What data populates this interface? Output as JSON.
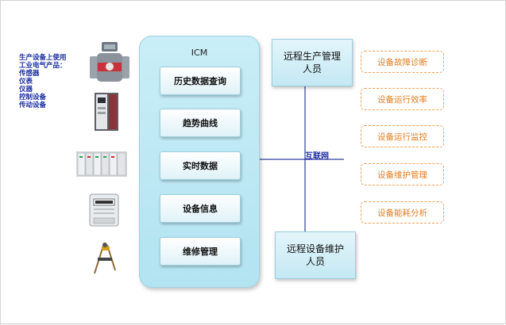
{
  "legend": {
    "lines": [
      "生产设备上使用",
      "工业电气产品：",
      "传感器",
      "仪表",
      "仪器",
      "控制设备",
      "传动设备"
    ]
  },
  "devices": [
    {
      "name": "flow-meter"
    },
    {
      "name": "frequency-inverter"
    },
    {
      "name": "plc-rack"
    },
    {
      "name": "energy-meter"
    },
    {
      "name": "sensor-probe"
    }
  ],
  "icm": {
    "title": "ICM",
    "modules": [
      "历史数据查询",
      "趋势曲线",
      "实时数据",
      "设备信息",
      "维修管理"
    ]
  },
  "personnel": {
    "production": {
      "line1": "远程生产管理",
      "line2": "人员"
    },
    "maintenance": {
      "line1": "远程设备维护",
      "line2": "人员"
    }
  },
  "network": {
    "label": "互联网"
  },
  "functions": [
    "设备故障诊断",
    "设备运行效率",
    "设备运行监控",
    "设备维护管理",
    "设备能耗分析"
  ],
  "colors": {
    "network_line": "#2b3c9c",
    "legend_text": "#1a2ea0",
    "function_text": "#e47d1f",
    "function_border": "#f1a158",
    "panel": "#b9e7f3"
  }
}
